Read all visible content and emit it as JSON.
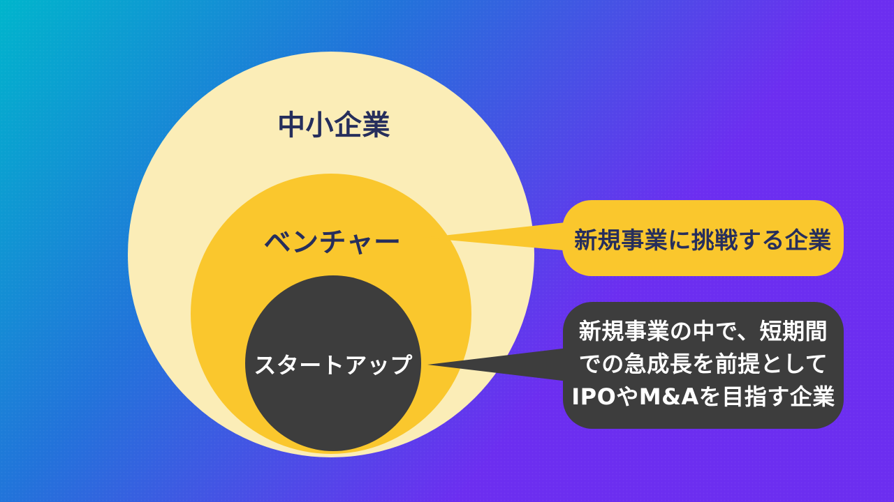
{
  "background": {
    "gradient_start": "#00B5CC",
    "gradient_mid": "#2273DA",
    "gradient_end": "#6C2EF0"
  },
  "colors": {
    "cream": "#FBEDB7",
    "yellow": "#FAC72D",
    "dark": "#3D3D3D",
    "navy_text": "#262E5C",
    "white_text": "#FFFFFF"
  },
  "circles": {
    "sme": {
      "label": "中小企業"
    },
    "venture": {
      "label": "ベンチャー"
    },
    "startup": {
      "label": "スタートアップ"
    }
  },
  "callouts": {
    "venture": {
      "text": "新規事業に挑戦する企業"
    },
    "startup": {
      "lines": [
        "新規事業の中で、短期間",
        "での急成長を前提として",
        "IPOやM&Aを目指す企業"
      ]
    }
  }
}
